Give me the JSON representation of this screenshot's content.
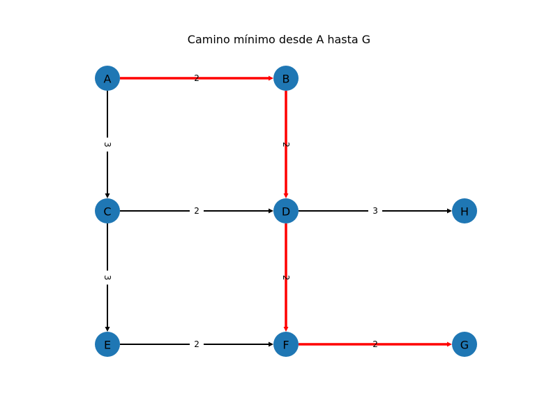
{
  "title": "Camino mínimo desde A hasta G",
  "colors": {
    "node": "#1f77b4",
    "edge": "#000000",
    "path": "#ff0000",
    "label_bg": "#ffffff"
  },
  "nodes": [
    {
      "id": "A",
      "label": "A"
    },
    {
      "id": "B",
      "label": "B"
    },
    {
      "id": "C",
      "label": "C"
    },
    {
      "id": "D",
      "label": "D"
    },
    {
      "id": "E",
      "label": "E"
    },
    {
      "id": "F",
      "label": "F"
    },
    {
      "id": "G",
      "label": "G"
    },
    {
      "id": "H",
      "label": "H"
    }
  ],
  "edges": [
    {
      "from": "A",
      "to": "B",
      "weight": "2",
      "on_path": true
    },
    {
      "from": "A",
      "to": "C",
      "weight": "3",
      "on_path": false
    },
    {
      "from": "B",
      "to": "D",
      "weight": "2",
      "on_path": true
    },
    {
      "from": "C",
      "to": "D",
      "weight": "2",
      "on_path": false
    },
    {
      "from": "C",
      "to": "E",
      "weight": "3",
      "on_path": false
    },
    {
      "from": "D",
      "to": "H",
      "weight": "3",
      "on_path": false
    },
    {
      "from": "D",
      "to": "F",
      "weight": "2",
      "on_path": true
    },
    {
      "from": "E",
      "to": "F",
      "weight": "2",
      "on_path": false
    },
    {
      "from": "F",
      "to": "G",
      "weight": "2",
      "on_path": true
    }
  ]
}
